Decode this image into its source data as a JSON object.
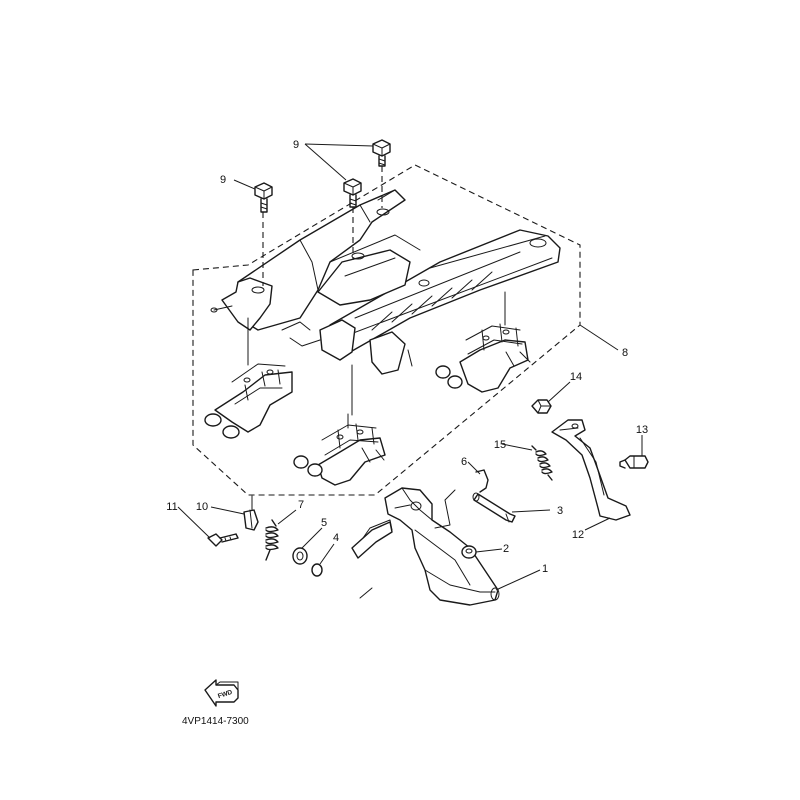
{
  "callouts": [
    {
      "label": "9"
    },
    {
      "label": "9"
    },
    {
      "label": "8"
    },
    {
      "label": "14"
    },
    {
      "label": "13"
    },
    {
      "label": "15"
    },
    {
      "label": "6"
    },
    {
      "label": "3"
    },
    {
      "label": "12"
    },
    {
      "label": "11"
    },
    {
      "label": "10"
    },
    {
      "label": "7"
    },
    {
      "label": "5"
    },
    {
      "label": "4"
    },
    {
      "label": "2"
    },
    {
      "label": "1"
    }
  ],
  "forward_arrow": {
    "label": "FWD"
  },
  "diagram_code": "4VP1414-7300"
}
